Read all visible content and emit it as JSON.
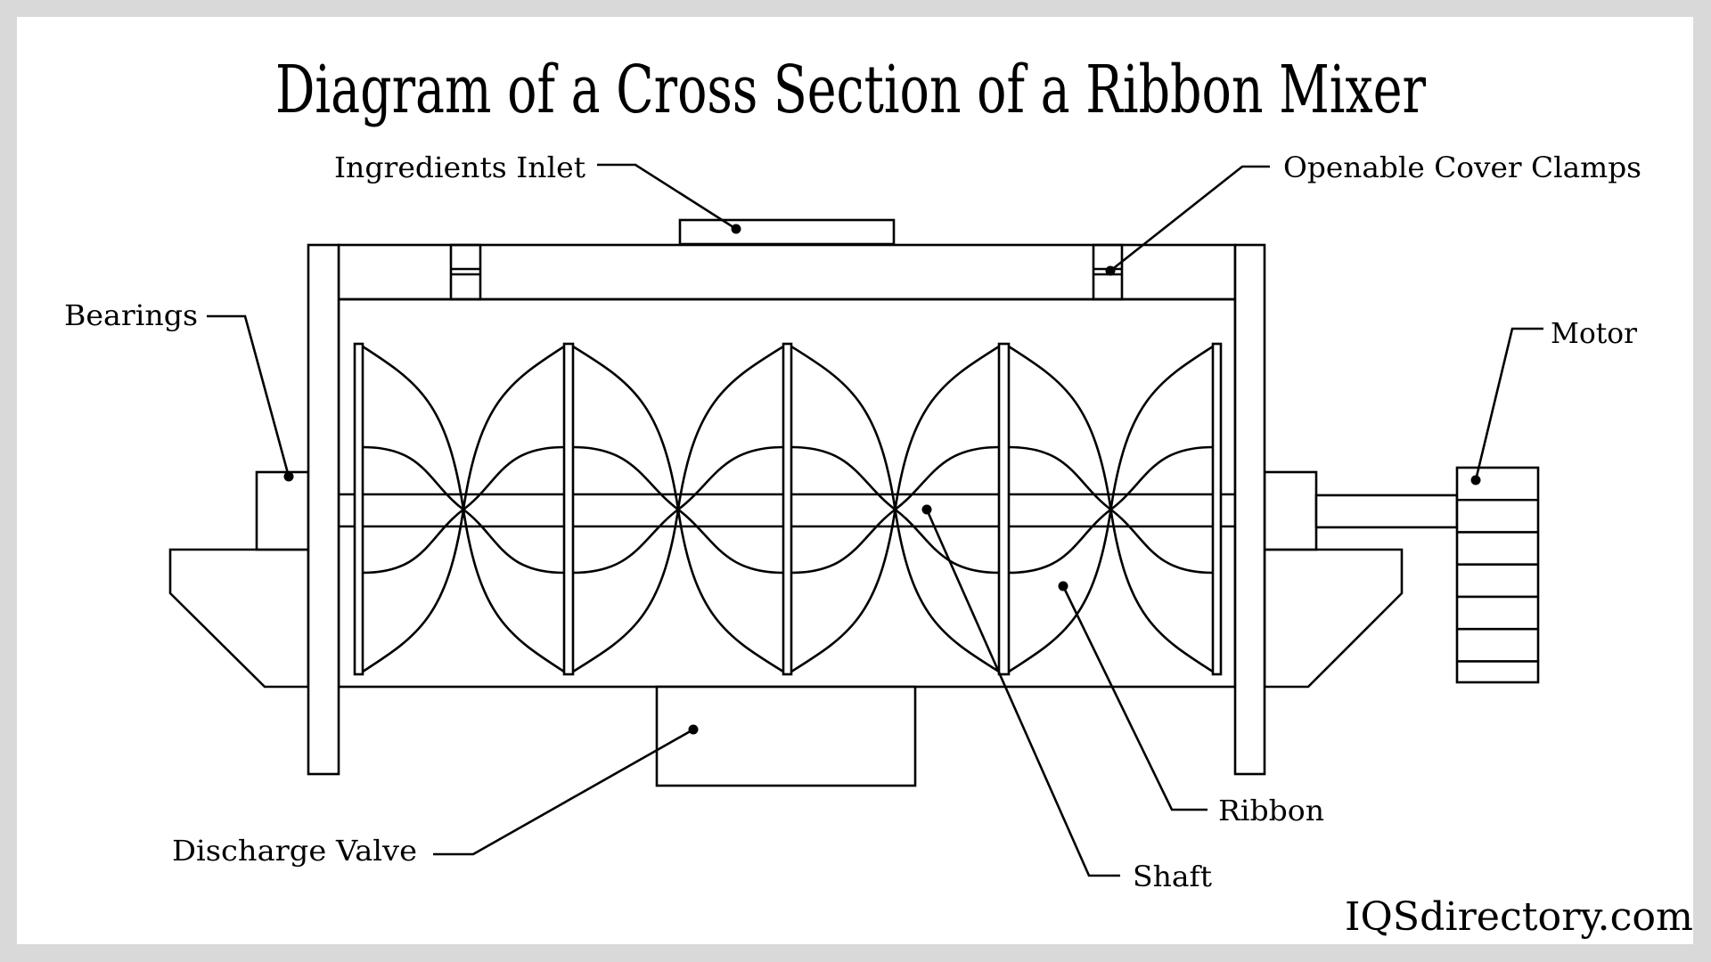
{
  "title": "Diagram of a Cross Section of a Ribbon Mixer",
  "brand": "IQSdirectory.com",
  "labels": {
    "ingredients_inlet": "Ingredients Inlet",
    "openable_cover_clamps": "Openable Cover Clamps",
    "bearings": "Bearings",
    "motor": "Motor",
    "discharge_valve": "Discharge Valve",
    "ribbon": "Ribbon",
    "shaft": "Shaft"
  },
  "colors": {
    "background": "#d9d9d9",
    "panel": "#ffffff",
    "ink": "#000000"
  },
  "diagram": {
    "ribbon_sections": 4,
    "motor_segments": 7
  }
}
